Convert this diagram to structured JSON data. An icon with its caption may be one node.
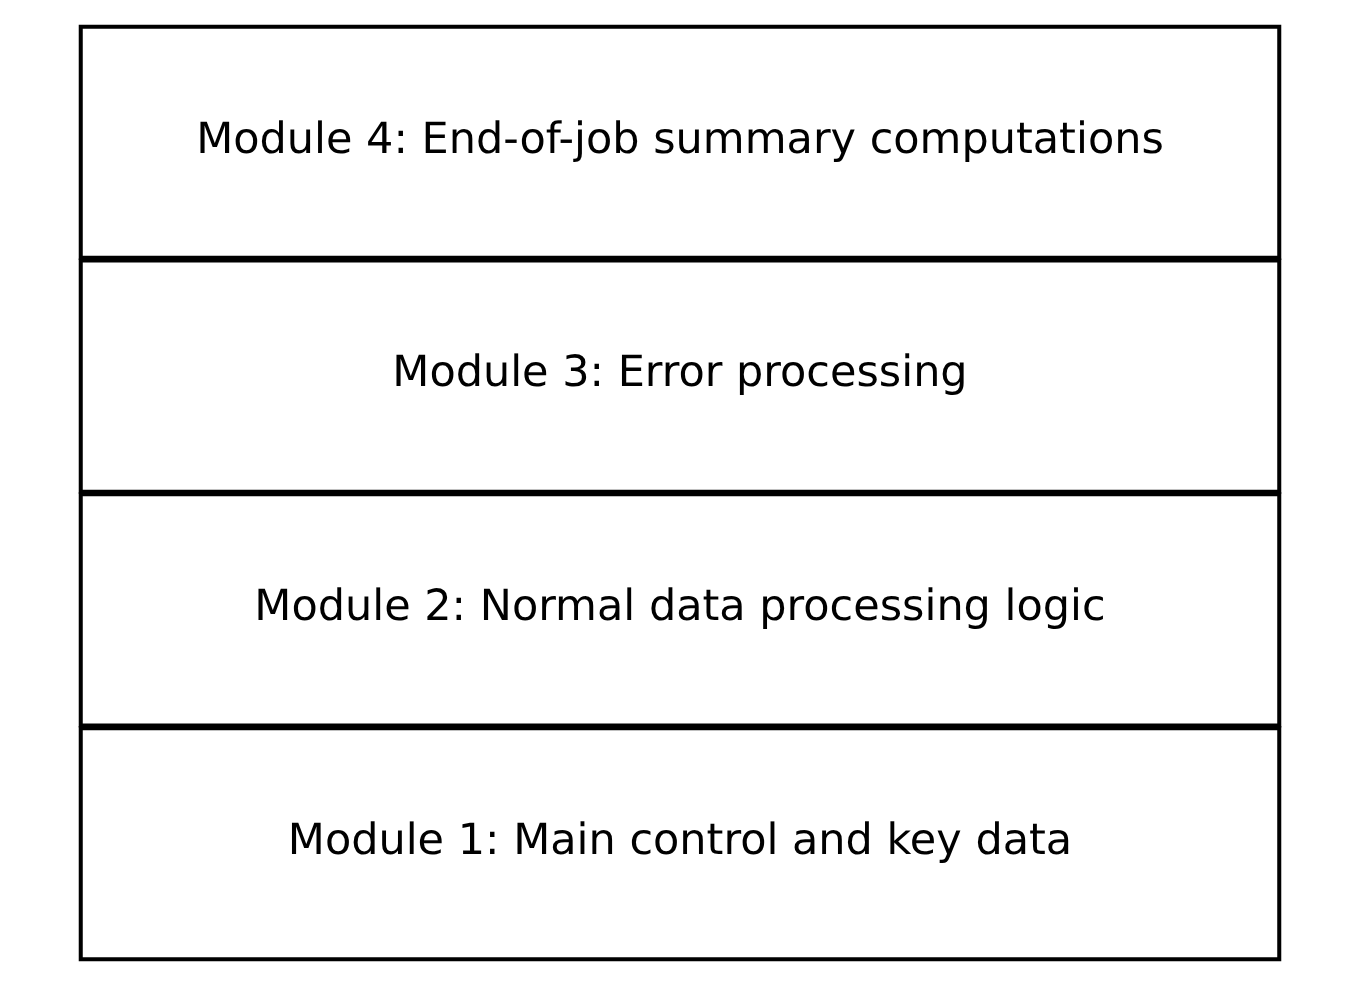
{
  "diagram": {
    "nodes": [
      {
        "text": [
          "Module 1: Main control and key data"
        ]
      },
      {
        "text": [
          "Module 2: Normal data processing logic"
        ]
      },
      {
        "text": [
          "Module 3: Error processing"
        ]
      },
      {
        "text": [
          "Module 4: End-of-job summary computations"
        ]
      }
    ]
  }
}
